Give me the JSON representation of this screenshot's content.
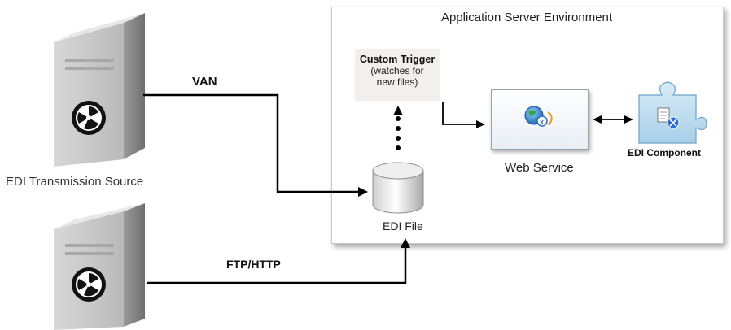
{
  "environment": {
    "title": "Application Server Environment"
  },
  "trigger": {
    "title": "Custom Trigger",
    "line1": "(watches for",
    "line2": "new files)"
  },
  "connections": {
    "van_label": "VAN",
    "ftp_label": "FTP/HTTP"
  },
  "source": {
    "label": "EDI Transmission Source"
  },
  "edi_file": {
    "label": "EDI File"
  },
  "web_service": {
    "label": "Web Service"
  },
  "edi_component": {
    "label": "EDI Component"
  },
  "icons": {
    "server": "server-icon",
    "database": "database-icon",
    "web_service": "web-service-icon",
    "component": "puzzle-component-icon"
  }
}
